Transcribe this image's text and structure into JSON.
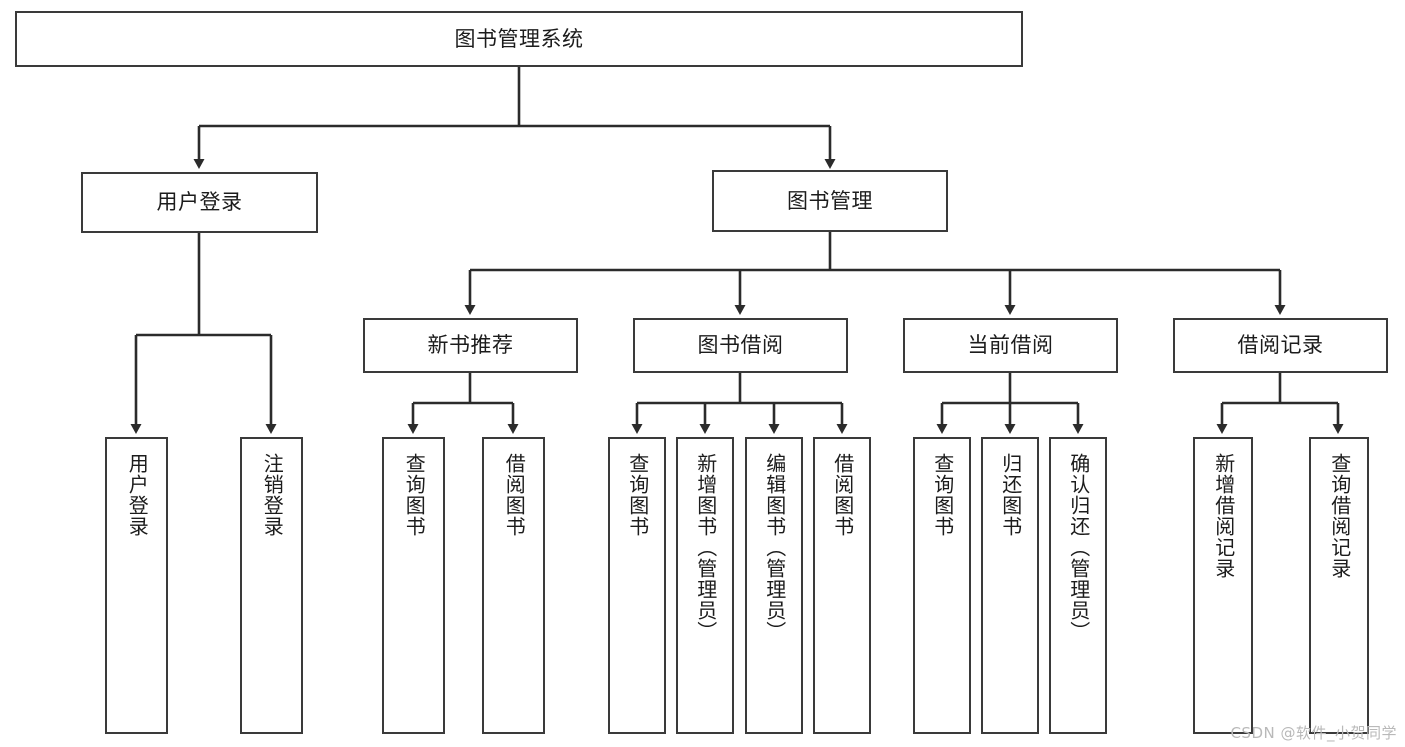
{
  "diagram": {
    "type": "tree",
    "title": "图书管理系统",
    "orientation": "top-down",
    "colors": {
      "box_border": "#3a3a3a",
      "box_fill": "#ffffff",
      "edge": "#2b2b2b",
      "text": "#1c1c1c",
      "watermark": "#b9b9b9"
    },
    "root": {
      "label": "图书管理系统"
    },
    "level1": [
      {
        "label": "用户登录"
      },
      {
        "label": "图书管理"
      }
    ],
    "level2": [
      {
        "label": "新书推荐"
      },
      {
        "label": "图书借阅"
      },
      {
        "label": "当前借阅"
      },
      {
        "label": "借阅记录"
      }
    ],
    "leaves": {
      "user_login": [
        {
          "label": "用户登录"
        },
        {
          "label": "注销登录"
        }
      ],
      "new_book_recommend": [
        {
          "label": "查询图书"
        },
        {
          "label": "借阅图书"
        }
      ],
      "book_borrow": [
        {
          "label": "查询图书"
        },
        {
          "label": "新增图书（管理员）"
        },
        {
          "label": "编辑图书（管理员）"
        },
        {
          "label": "借阅图书"
        }
      ],
      "current_borrow": [
        {
          "label": "查询图书"
        },
        {
          "label": "归还图书"
        },
        {
          "label": "确认归还（管理员）"
        }
      ],
      "borrow_record": [
        {
          "label": "新增借阅记录"
        },
        {
          "label": "查询借阅记录"
        }
      ]
    },
    "watermark": "CSDN @软件_小贺同学"
  }
}
